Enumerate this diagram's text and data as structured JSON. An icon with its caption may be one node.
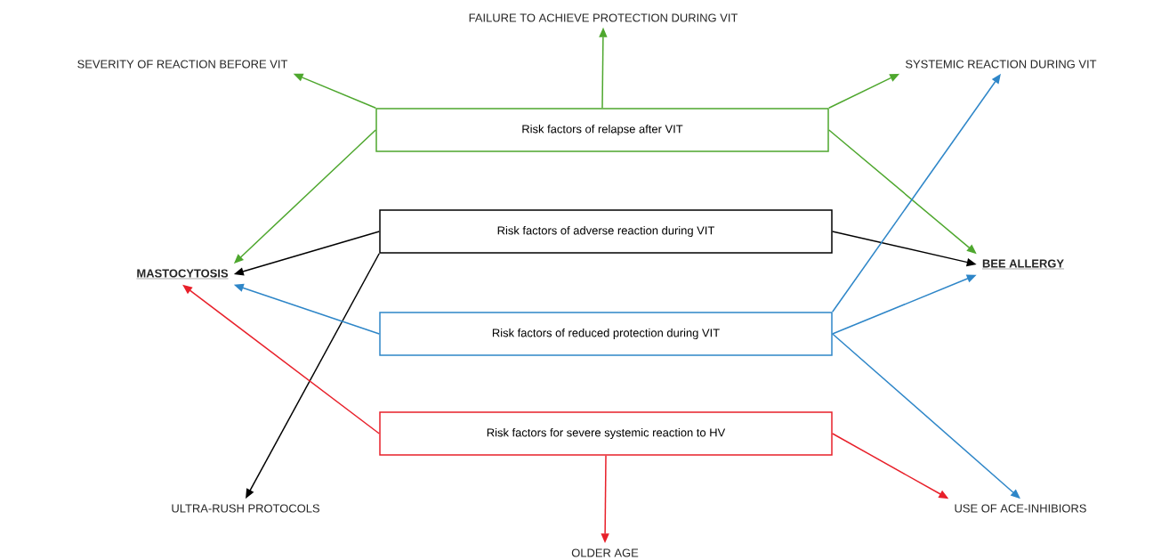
{
  "diagram": {
    "nodes": [
      {
        "text": [
          "Risk factors of relapse after VIT"
        ]
      },
      {
        "text": [
          "Risk factors of adverse reaction during VIT"
        ]
      },
      {
        "text": [
          "Risk factors of reduced protection during VIT"
        ]
      },
      {
        "text": [
          "Risk factors for severe systemic reaction to HV"
        ]
      },
      {
        "text": [
          "FAILURE TO ACHIEVE PROTECTION DURING VIT"
        ]
      },
      {
        "text": [
          "SEVERITY OF REACTION BEFORE VIT"
        ]
      },
      {
        "text": [
          "SYSTEMIC REACTION DURING VIT"
        ]
      },
      {
        "text": [
          "MASTOCYTOSIS"
        ]
      },
      {
        "text": [
          "BEE ALLERGY"
        ]
      },
      {
        "text": [
          "ULTRA-RUSH PROTOCOLS"
        ]
      },
      {
        "text": [
          "USE OF ACE-INHIBIORS"
        ]
      },
      {
        "text": [
          "OLDER AGE"
        ]
      }
    ],
    "edges": [
      {
        "from": 0,
        "to": 4,
        "arrow": "to",
        "color": "#4ea72e"
      },
      {
        "from": 0,
        "to": 5,
        "arrow": "to",
        "color": "#4ea72e"
      },
      {
        "from": 0,
        "to": 6,
        "arrow": "to",
        "color": "#4ea72e"
      },
      {
        "from": 0,
        "to": 7,
        "arrow": "to",
        "color": "#4ea72e"
      },
      {
        "from": 0,
        "to": 8,
        "arrow": "to",
        "color": "#4ea72e"
      },
      {
        "from": 1,
        "to": 7,
        "arrow": "to",
        "color": "#000000"
      },
      {
        "from": 1,
        "to": 9,
        "arrow": "to",
        "color": "#000000"
      },
      {
        "from": 1,
        "to": 8,
        "arrow": "to",
        "color": "#000000"
      },
      {
        "from": 2,
        "to": 7,
        "arrow": "to",
        "color": "#2e86c8"
      },
      {
        "from": 2,
        "to": 6,
        "arrow": "to",
        "color": "#2e86c8"
      },
      {
        "from": 2,
        "to": 8,
        "arrow": "to",
        "color": "#2e86c8"
      },
      {
        "from": 2,
        "to": 10,
        "arrow": "to",
        "color": "#2e86c8"
      },
      {
        "from": 3,
        "to": 7,
        "arrow": "to",
        "color": "#e8202a"
      },
      {
        "from": 3,
        "to": 11,
        "arrow": "to",
        "color": "#e8202a"
      },
      {
        "from": 3,
        "to": 10,
        "arrow": "to",
        "color": "#e8202a"
      }
    ]
  }
}
